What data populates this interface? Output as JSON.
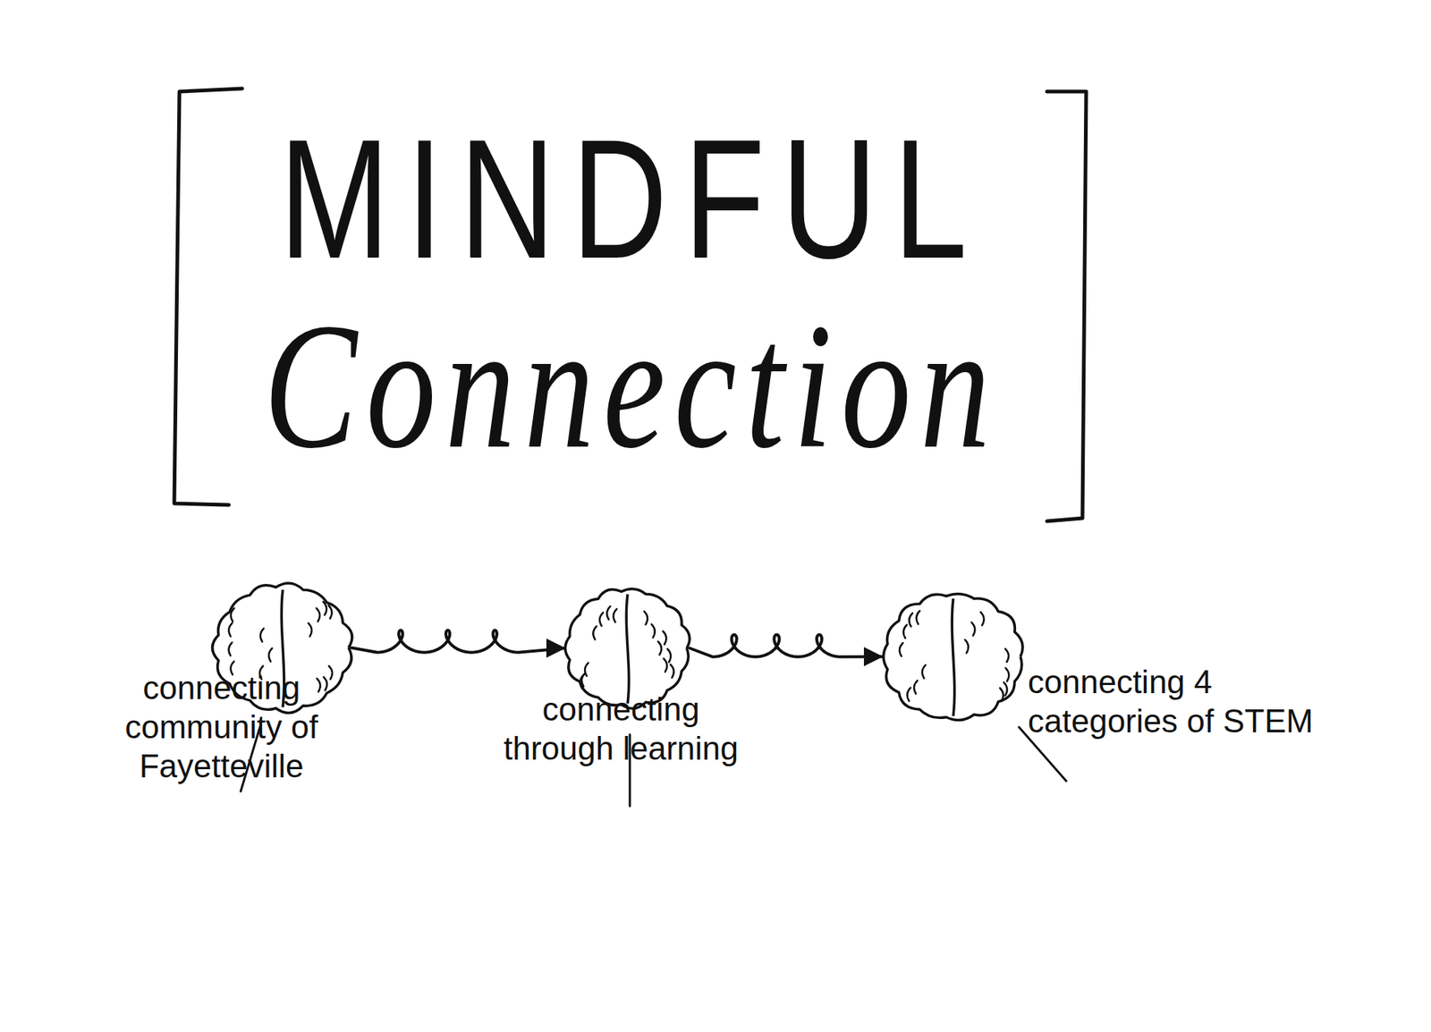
{
  "diagram": {
    "title": "MINDFUL Connection",
    "nodes": [
      {
        "text": [
          "connecting community of Fayetteville"
        ]
      },
      {
        "text": [
          "connecting through learning"
        ]
      },
      {
        "text": [
          "connecting 4 categories of STEM"
        ]
      }
    ],
    "edges": [
      {
        "from": 0,
        "to": 1,
        "arrow": "to"
      },
      {
        "from": 1,
        "to": 2,
        "arrow": "to"
      }
    ]
  }
}
